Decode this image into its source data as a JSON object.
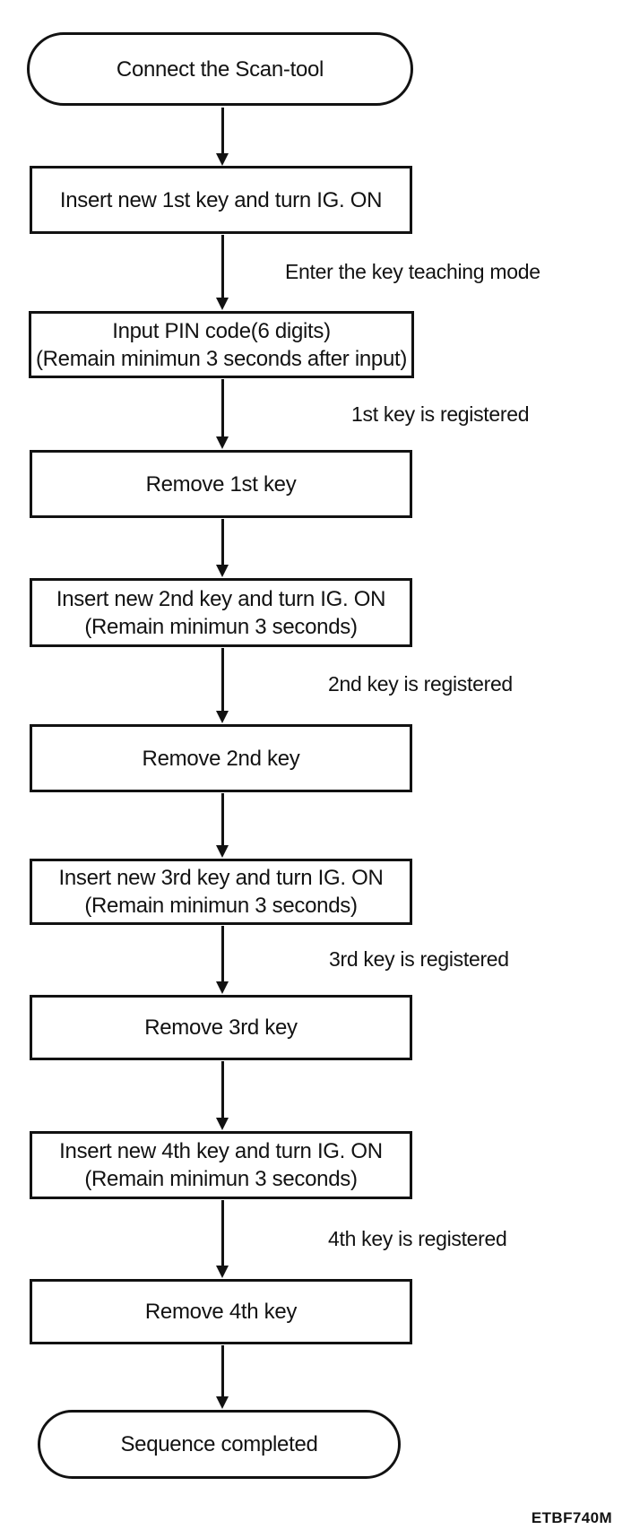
{
  "figure": {
    "code": "ETBF740M"
  },
  "nodes": {
    "start": {
      "label": "Connect the Scan-tool"
    },
    "insert1": {
      "label": "Insert new 1st key and turn IG. ON"
    },
    "pin": {
      "line1": "Input PIN code(6 digits)",
      "line2": "(Remain minimun 3 seconds after input)"
    },
    "remove1": {
      "label": "Remove 1st key"
    },
    "insert2": {
      "line1": "Insert new 2nd key and turn IG. ON",
      "line2": "(Remain minimun 3 seconds)"
    },
    "remove2": {
      "label": "Remove 2nd key"
    },
    "insert3": {
      "line1": "Insert new 3rd key and turn IG. ON",
      "line2": "(Remain minimun 3 seconds)"
    },
    "remove3": {
      "label": "Remove 3rd key"
    },
    "insert4": {
      "line1": "Insert new 4th key and turn IG. ON",
      "line2": "(Remain minimun 3 seconds)"
    },
    "remove4": {
      "label": "Remove 4th key"
    },
    "end": {
      "label": "Sequence completed"
    }
  },
  "edge_labels": {
    "teaching_mode": "Enter the key teaching mode",
    "key1_registered": "1st key is registered",
    "key2_registered": "2nd key is registered",
    "key3_registered": "3rd key is registered",
    "key4_registered": "4th key is registered"
  },
  "colors": {
    "ink": "#121212",
    "background": "#ffffff"
  }
}
